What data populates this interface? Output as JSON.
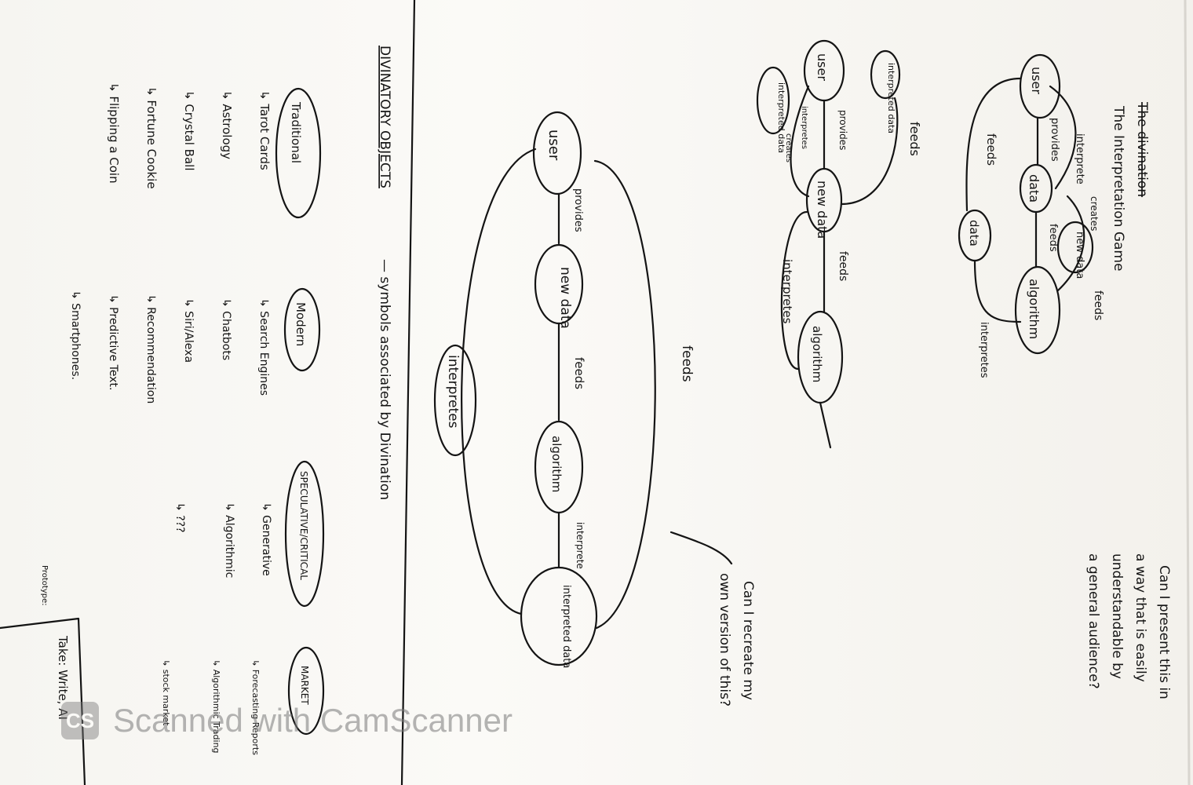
{
  "right_diagram": {
    "struck_title": "The divination",
    "title": "The Interpretation Game",
    "nodes": {
      "user": "user",
      "data": "data",
      "new_data": "new data",
      "algorithm": "algorithm",
      "data2": "data"
    },
    "edges": {
      "interprete": "interprete",
      "provides": "provides",
      "creates": "creates",
      "feeds_mid": "feeds",
      "feeds_right": "feeds",
      "feeds_left": "feeds",
      "interpretes": "interpretes"
    }
  },
  "question": {
    "lines": [
      "Can I present this in",
      "a way that is easily",
      "understandable by",
      "a general audience?"
    ]
  },
  "middle_top": {
    "nodes": {
      "user": "user",
      "interpreted_data": "interpreted data",
      "interpreted_data_2": "interpreted data",
      "new_data": "new data",
      "algorithm": "algorithm"
    },
    "edges": {
      "provides": "provides",
      "feeds_back": "feeds",
      "feeds": "feeds",
      "interpretes": "interpretes",
      "interpretes_small": "interpretes",
      "creates": "creates"
    }
  },
  "central": {
    "nodes": {
      "user": "user",
      "new_data": "new data",
      "algorithm": "algorithm",
      "interpreted_data": "interpreted data",
      "interpretes": "interpretes"
    },
    "edges": {
      "provides": "provides",
      "feeds": "feeds",
      "interprete": "interprete",
      "feeds_loop": "feeds"
    },
    "question": [
      "Can I recreate my",
      "own version of this?"
    ]
  },
  "divinatory": {
    "title": "DIVINATORY OBJECTS",
    "subtitle": "— symbols associated by Divination",
    "columns": [
      {
        "heading": "Traditional",
        "items": [
          "↳ Tarot Cards",
          "↳ Astrology",
          "↳ Crystal Ball",
          "↳ Fortune Cookie",
          "↳ Flipping a Coin"
        ]
      },
      {
        "heading": "Modern",
        "items": [
          "↳ Search Engines",
          "↳ Chatbots",
          "↳ Siri/Alexa",
          "↳ Recommendation",
          "↳ Predictive Text.",
          "↳ Smartphones."
        ]
      },
      {
        "heading": "SPECULATIVE/CRITICAL",
        "items": [
          "↳ Generative",
          "↳ Algorithmic",
          "↳ ???"
        ]
      },
      {
        "heading": "MARKET",
        "items": [
          "↳ Forecasting Reports",
          "↳ Algorithmic Trading",
          "↳ stock market"
        ]
      }
    ],
    "prototype_label": "Prototype:",
    "prototype_note": "Take: Write, AI"
  },
  "watermark": {
    "text": "Scanned with CamScanner"
  }
}
